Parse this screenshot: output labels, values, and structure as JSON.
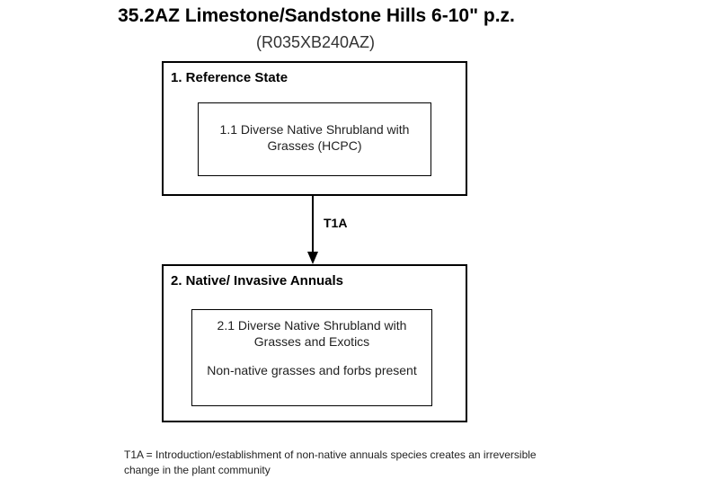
{
  "header": {
    "title": "35.2AZ Limestone/Sandstone Hills 6-10\" p.z.",
    "subtitle": "(R035XB240AZ)"
  },
  "states": [
    {
      "title": "1. Reference State",
      "community": {
        "name": "1.1 Diverse Native Shrubland with Grasses (HCPC)"
      }
    },
    {
      "title": "2. Native/ Invasive Annuals",
      "community": {
        "name": "2.1 Diverse Native Shrubland with Grasses and Exotics",
        "note": "Non-native grasses and forbs present"
      }
    }
  ],
  "transition": {
    "label": "T1A"
  },
  "footnote": "T1A = Introduction/establishment of non-native annuals species creates an irreversible change in the plant community"
}
